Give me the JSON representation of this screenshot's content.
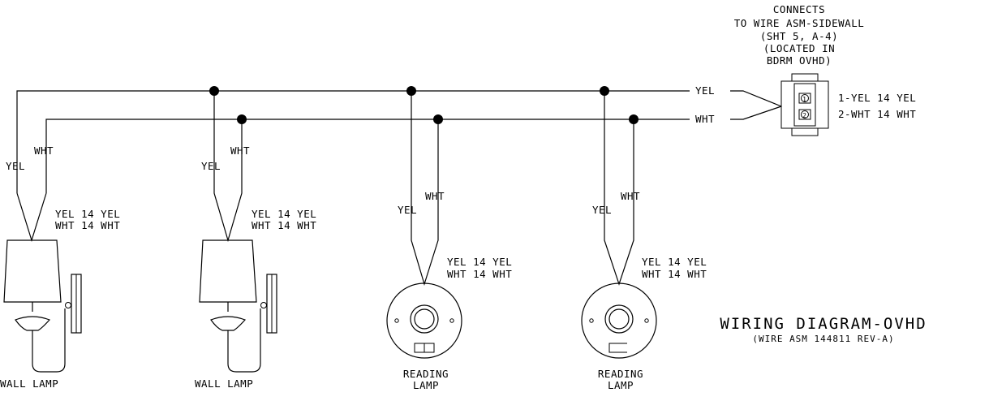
{
  "wire_labels": {
    "yel": "YEL",
    "wht": "WHT"
  },
  "connector": {
    "note_lines": [
      "CONNECTS",
      "TO WIRE ASM-SIDEWALL",
      "(SHT 5, A-4)",
      "(LOCATED IN",
      "BDRM OVHD)"
    ],
    "pin1": "1",
    "pin2": "2",
    "pin1_label": "1-YEL 14 YEL",
    "pin2_label": "2-WHT 14 WHT"
  },
  "lamps": [
    {
      "name_lines": [
        "WALL LAMP"
      ],
      "spec_yel": "YEL 14 YEL",
      "spec_wht": "WHT 14 WHT",
      "drop_yel": "YEL",
      "drop_wht": "WHT"
    },
    {
      "name_lines": [
        "WALL LAMP"
      ],
      "spec_yel": "YEL 14 YEL",
      "spec_wht": "WHT 14 WHT",
      "drop_yel": "YEL",
      "drop_wht": "WHT"
    },
    {
      "name_lines": [
        "READING",
        "LAMP"
      ],
      "spec_yel": "YEL 14 YEL",
      "spec_wht": "WHT 14 WHT",
      "drop_yel": "YEL",
      "drop_wht": "WHT"
    },
    {
      "name_lines": [
        "READING",
        "LAMP"
      ],
      "spec_yel": "YEL 14 YEL",
      "spec_wht": "WHT 14 WHT",
      "drop_yel": "YEL",
      "drop_wht": "WHT"
    }
  ],
  "title": {
    "main": "WIRING DIAGRAM-OVHD",
    "sub": "(WIRE ASM 144811 REV-A)"
  }
}
